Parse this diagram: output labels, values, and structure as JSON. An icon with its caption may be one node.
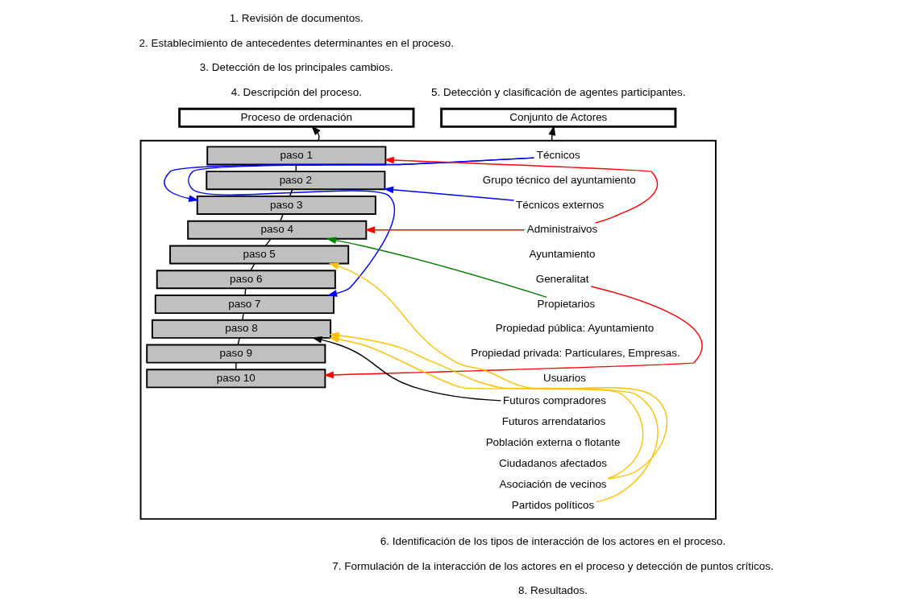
{
  "diagram": {
    "nodes": [
      {
        "text": [
          "Proceso de ordenación"
        ]
      },
      {
        "text": [
          "Conjunto de Actores"
        ]
      },
      {
        "text": [],
        "shape": "box"
      },
      {
        "text": [
          "paso 1"
        ],
        "in": 2
      },
      {
        "text": [
          "paso 2"
        ],
        "in": 2
      },
      {
        "text": [
          "paso 3"
        ],
        "in": 2
      },
      {
        "text": [
          "paso 4"
        ],
        "in": 2
      },
      {
        "text": [
          "paso 5"
        ],
        "in": 2
      },
      {
        "text": [
          "paso 6"
        ],
        "in": 2
      },
      {
        "text": [
          "paso 7"
        ],
        "in": 2
      },
      {
        "text": [
          "paso 8"
        ],
        "in": 2
      },
      {
        "text": [
          "paso 9"
        ],
        "in": 2
      },
      {
        "text": [
          "paso 10"
        ],
        "in": 2
      },
      {
        "text": [
          "Técnicos"
        ],
        "in": 2
      },
      {
        "text": [
          "Grupo técnico del ayuntamiento"
        ],
        "in": 2
      },
      {
        "text": [
          "Técnicos externos"
        ],
        "in": 2
      },
      {
        "text": [
          "Administraivos"
        ],
        "in": 2
      },
      {
        "text": [
          "Ayuntamiento"
        ],
        "in": 2
      },
      {
        "text": [
          "Generalitat"
        ],
        "in": 2
      },
      {
        "text": [
          "Propietarios"
        ],
        "in": 2
      },
      {
        "text": [
          "Propiedad pública: Ayuntamiento"
        ],
        "in": 2
      },
      {
        "text": [
          "Propiedad privada: Particulares, Empresas."
        ],
        "in": 2
      },
      {
        "text": [
          "Usuarios"
        ],
        "in": 2
      },
      {
        "text": [
          "Futuros compradores"
        ],
        "in": 2
      },
      {
        "text": [
          "Futuros arrendatarios"
        ],
        "in": 2
      },
      {
        "text": [
          "Población externa o flotante"
        ],
        "in": 2
      },
      {
        "text": [
          "Ciudadanos afectados"
        ],
        "in": 2
      },
      {
        "text": [
          "Asociación de vecinos"
        ],
        "in": 2
      },
      {
        "text": [
          "Partidos políticos"
        ],
        "in": 2
      }
    ],
    "edges": [
      {
        "from": 2,
        "to": 0,
        "arrow": "to"
      },
      {
        "from": 2,
        "to": 1,
        "arrow": "to"
      },
      {
        "from": 3,
        "to": 4,
        "arrow": "none"
      },
      {
        "from": 4,
        "to": 5,
        "arrow": "none"
      },
      {
        "from": 5,
        "to": 6,
        "arrow": "none"
      },
      {
        "from": 6,
        "to": 7,
        "arrow": "none"
      },
      {
        "from": 7,
        "to": 8,
        "arrow": "none"
      },
      {
        "from": 8,
        "to": 9,
        "arrow": "none"
      },
      {
        "from": 9,
        "to": 10,
        "arrow": "none"
      },
      {
        "from": 10,
        "to": 11,
        "arrow": "none"
      },
      {
        "from": 11,
        "to": 12,
        "arrow": "none"
      },
      {
        "from": 16,
        "to": 3,
        "arrow": "to",
        "color": "#ff0000"
      },
      {
        "from": 15,
        "to": 4,
        "arrow": "to",
        "color": "#0000ff"
      },
      {
        "from": 13,
        "to": 5,
        "arrow": "to",
        "color": "#0000ff"
      },
      {
        "from": 16,
        "to": 6,
        "arrow": "to",
        "color": "#ff0000"
      },
      {
        "from": 19,
        "to": 6,
        "arrow": "to",
        "color": "#008000"
      },
      {
        "from": 27,
        "to": 7,
        "arrow": "to",
        "color": "#ffc000"
      },
      {
        "from": 13,
        "to": 9,
        "arrow": "to",
        "color": "#0000ff"
      },
      {
        "from": 23,
        "to": 10,
        "arrow": "to"
      },
      {
        "from": 27,
        "to": 10,
        "arrow": "to",
        "color": "#ffc000"
      },
      {
        "from": 28,
        "to": 10,
        "arrow": "to",
        "color": "#ffc000"
      },
      {
        "from": 18,
        "to": 12,
        "arrow": "to",
        "color": "#ff0000"
      }
    ],
    "labels": [
      "1. Revisión de documentos.",
      "2. Establecimiento de antecedentes determinantes en el proceso.",
      "3. Detección de los principales cambios.",
      "4. Descripción del proceso.",
      "5. Detección y clasificación de agentes participantes.",
      "6. Identificación de los tipos de interacción de los actores en el proceso.",
      "7. Formulación de la interacción de los actores en el proceso y detección de puntos críticos.",
      "8. Resultados."
    ]
  }
}
